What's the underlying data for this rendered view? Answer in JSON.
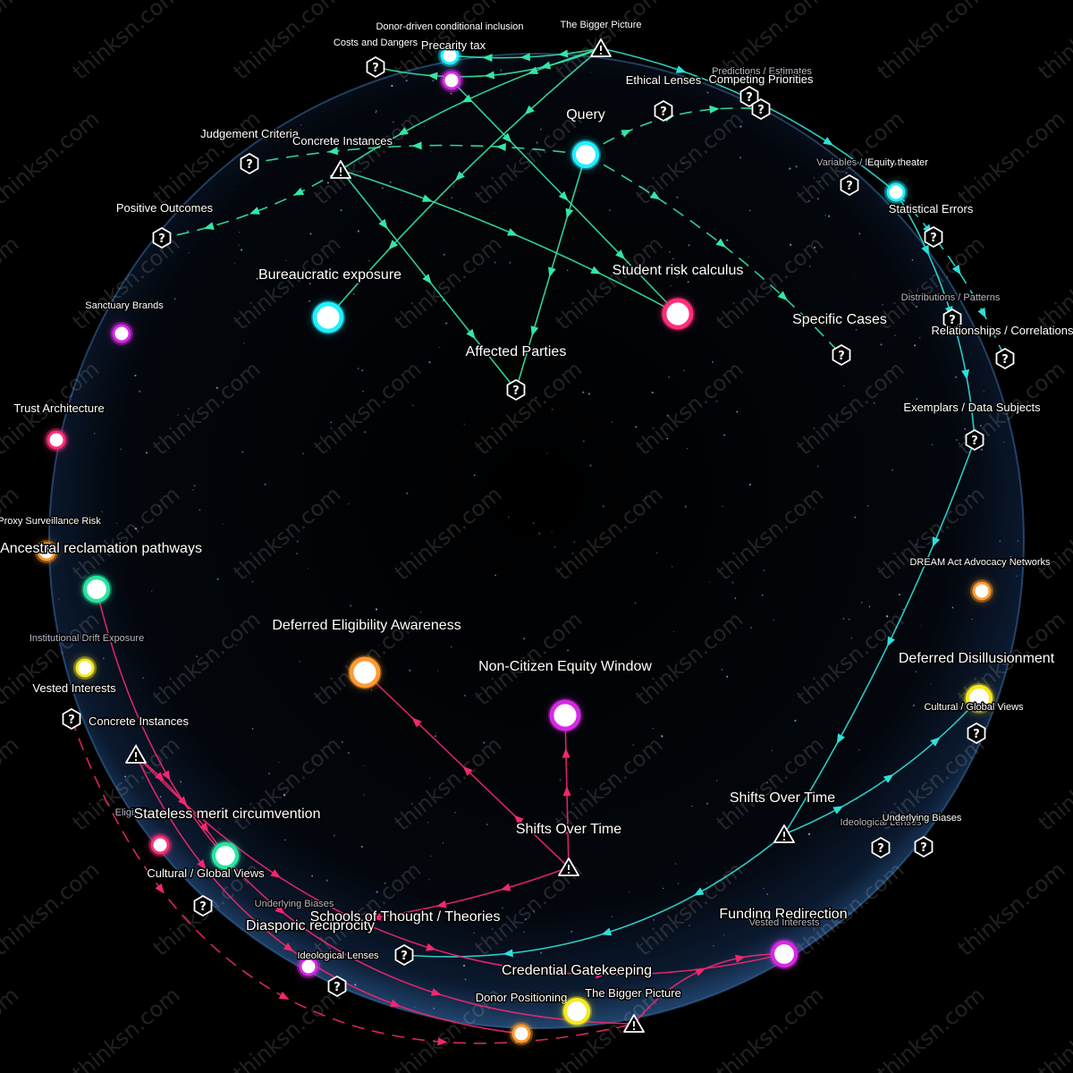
{
  "watermark": "thinksn.com",
  "colors": {
    "background": "#000000",
    "sphere": "#0a1424",
    "sphere_rim": "#3a6ea8",
    "edge_green": "#35e6a6",
    "edge_cyan": "#2fe0d8",
    "edge_pink": "#f0286e",
    "node_cyan": "#20f0ff",
    "node_green": "#25e6a0",
    "node_pink": "#ff2e7a",
    "node_magenta": "#d629e6",
    "node_orange": "#ff9a2e",
    "node_yellow": "#f7e81f",
    "marker": "#ffffff"
  },
  "nodes": [
    {
      "id": "precarity_tax",
      "label": "Precarity tax",
      "shape": "circle",
      "color": "node_cyan",
      "size": "small",
      "icon": ""
    },
    {
      "id": "precarity_tax_m",
      "label": "",
      "shape": "circle",
      "color": "node_magenta",
      "size": "small",
      "icon": ""
    },
    {
      "id": "donor_inclusion",
      "label": "Donor-driven conditional inclusion",
      "shape": "none",
      "color": "",
      "size": "",
      "icon": ""
    },
    {
      "id": "bigger_picture_top",
      "label": "The Bigger Picture",
      "shape": "warning",
      "color": "marker",
      "size": "",
      "icon": "warning-triangle-icon"
    },
    {
      "id": "costs_dangers",
      "label": "Costs and Dangers",
      "shape": "hex",
      "color": "marker",
      "size": "",
      "icon": "question-hex-icon"
    },
    {
      "id": "ethical_lenses",
      "label": "Ethical Lenses",
      "shape": "hex",
      "color": "marker",
      "size": "",
      "icon": "question-hex-icon"
    },
    {
      "id": "predictions",
      "label": "Predictions / Estimates",
      "shape": "hex",
      "color": "marker",
      "size": "",
      "icon": "question-hex-icon"
    },
    {
      "id": "competing_priorities",
      "label": "Competing Priorities",
      "shape": "hex",
      "color": "marker",
      "size": "",
      "icon": "question-hex-icon"
    },
    {
      "id": "query",
      "label": "Query",
      "shape": "circle",
      "color": "node_cyan",
      "size": "medium",
      "icon": ""
    },
    {
      "id": "judgement_criteria",
      "label": "Judgement Criteria",
      "shape": "hex",
      "color": "marker",
      "size": "",
      "icon": "question-hex-icon"
    },
    {
      "id": "concrete_instances_top",
      "label": "Concrete Instances",
      "shape": "warning",
      "color": "marker",
      "size": "",
      "icon": "warning-triangle-icon"
    },
    {
      "id": "variables",
      "label": "Variables / Metrics",
      "shape": "hex",
      "color": "marker",
      "size": "",
      "icon": "question-hex-icon"
    },
    {
      "id": "equity_theater",
      "label": "Equity theater",
      "shape": "circle",
      "color": "node_cyan",
      "size": "small",
      "icon": ""
    },
    {
      "id": "statistical_errors",
      "label": "Statistical Errors",
      "shape": "hex",
      "color": "marker",
      "size": "",
      "icon": "question-hex-icon"
    },
    {
      "id": "positive_outcomes",
      "label": "Positive Outcomes",
      "shape": "hex",
      "color": "marker",
      "size": "",
      "icon": "question-hex-icon"
    },
    {
      "id": "bureaucratic_exposure",
      "label": "Bureaucratic exposure",
      "shape": "circle",
      "color": "node_cyan",
      "size": "large",
      "icon": ""
    },
    {
      "id": "student_risk",
      "label": "Student risk calculus",
      "shape": "circle",
      "color": "node_pink",
      "size": "large",
      "icon": ""
    },
    {
      "id": "distributions",
      "label": "Distributions / Patterns",
      "shape": "hex",
      "color": "marker",
      "size": "",
      "icon": "question-hex-icon"
    },
    {
      "id": "relationships",
      "label": "Relationships / Correlations",
      "shape": "hex",
      "color": "marker",
      "size": "",
      "icon": "question-hex-icon"
    },
    {
      "id": "specific_cases",
      "label": "Specific Cases",
      "shape": "hex",
      "color": "marker",
      "size": "",
      "icon": "question-hex-icon"
    },
    {
      "id": "sanctuary_brands",
      "label": "Sanctuary Brands",
      "shape": "circle",
      "color": "node_magenta",
      "size": "small",
      "icon": ""
    },
    {
      "id": "affected_parties",
      "label": "Affected Parties",
      "shape": "hex",
      "color": "marker",
      "size": "",
      "icon": "question-hex-icon"
    },
    {
      "id": "trust_architecture",
      "label": "Trust Architecture",
      "shape": "circle",
      "color": "node_pink",
      "size": "small",
      "icon": ""
    },
    {
      "id": "exemplars",
      "label": "Exemplars / Data Subjects",
      "shape": "hex",
      "color": "marker",
      "size": "",
      "icon": "question-hex-icon"
    },
    {
      "id": "proxy_surveillance",
      "label": "Proxy Surveillance Risk",
      "shape": "none",
      "color": "",
      "size": "",
      "icon": ""
    },
    {
      "id": "ancestral_reclamation",
      "label": "Ancestral reclamation pathways",
      "shape": "circle",
      "color": "node_orange",
      "size": "small",
      "icon": ""
    },
    {
      "id": "dream_act",
      "label": "DREAM Act Advocacy Networks",
      "shape": "circle",
      "color": "node_orange",
      "size": "small",
      "icon": ""
    },
    {
      "id": "green_left",
      "label": "",
      "shape": "circle",
      "color": "node_green",
      "size": "medium",
      "icon": ""
    },
    {
      "id": "institutional_drift",
      "label": "Institutional Drift Exposure",
      "shape": "none",
      "color": "",
      "size": "",
      "icon": ""
    },
    {
      "id": "deferred_eligibility",
      "label": "Deferred Eligibility Awareness",
      "shape": "circle",
      "color": "node_orange",
      "size": "large",
      "icon": ""
    },
    {
      "id": "non_citizen_equity",
      "label": "Non-Citizen Equity Window",
      "shape": "circle",
      "color": "node_magenta",
      "size": "large",
      "icon": ""
    },
    {
      "id": "deferred_disillusionment",
      "label": "Deferred Disillusionment",
      "shape": "circle",
      "color": "node_yellow",
      "size": "medium",
      "icon": ""
    },
    {
      "id": "vested_interests_left",
      "label": "Vested Interests",
      "shape": "circle",
      "color": "node_yellow",
      "size": "small",
      "icon": ""
    },
    {
      "id": "cultural_global_right",
      "label": "Cultural / Global Views",
      "shape": "hex",
      "color": "marker",
      "size": "",
      "icon": "question-hex-icon"
    },
    {
      "id": "concrete_instances_left",
      "label": "Concrete Instances",
      "shape": "hex",
      "color": "marker",
      "size": "",
      "icon": "question-hex-icon"
    },
    {
      "id": "warning_left",
      "label": "",
      "shape": "warning",
      "color": "marker",
      "size": "",
      "icon": "warning-triangle-icon"
    },
    {
      "id": "shifts_over_time_right",
      "label": "Shifts Over Time",
      "shape": "warning",
      "color": "marker",
      "size": "",
      "icon": "warning-triangle-icon"
    },
    {
      "id": "eligibility",
      "label": "Eligibility",
      "shape": "none",
      "color": "",
      "size": "",
      "icon": ""
    },
    {
      "id": "stateless_merit",
      "label": "Stateless merit circumvention",
      "shape": "circle",
      "color": "node_green",
      "size": "medium",
      "icon": ""
    },
    {
      "id": "shifts_over_time_center",
      "label": "Shifts Over Time",
      "shape": "warning",
      "color": "marker",
      "size": "",
      "icon": "warning-triangle-icon"
    },
    {
      "id": "ideological_lenses_right",
      "label": "Ideological Lenses",
      "shape": "hex",
      "color": "marker",
      "size": "",
      "icon": "question-hex-icon"
    },
    {
      "id": "underlying_biases_right",
      "label": "Underlying Biases",
      "shape": "hex",
      "color": "marker",
      "size": "",
      "icon": "question-hex-icon"
    },
    {
      "id": "pink_left_small",
      "label": "",
      "shape": "circle",
      "color": "node_pink",
      "size": "small",
      "icon": ""
    },
    {
      "id": "cultural_global_left",
      "label": "Cultural / Global Views",
      "shape": "hex",
      "color": "marker",
      "size": "",
      "icon": "question-hex-icon"
    },
    {
      "id": "underlying_biases_left",
      "label": "Underlying Biases",
      "shape": "none",
      "color": "",
      "size": "",
      "icon": ""
    },
    {
      "id": "diasporic_reciprocity",
      "label": "Diasporic reciprocity",
      "shape": "none",
      "color": "",
      "size": "",
      "icon": ""
    },
    {
      "id": "schools_of_thought",
      "label": "Schools of Thought / Theories",
      "shape": "hex",
      "color": "marker",
      "size": "",
      "icon": "question-hex-icon"
    },
    {
      "id": "funding_redirection",
      "label": "Funding Redirection",
      "shape": "circle",
      "color": "node_magenta",
      "size": "medium",
      "icon": ""
    },
    {
      "id": "vested_interests_right",
      "label": "Vested Interests",
      "shape": "none",
      "color": "",
      "size": "",
      "icon": ""
    },
    {
      "id": "ideological_lenses_left",
      "label": "Ideological Lenses",
      "shape": "circle",
      "color": "node_magenta",
      "size": "small",
      "icon": ""
    },
    {
      "id": "ideo_hex_left",
      "label": "",
      "shape": "hex",
      "color": "marker",
      "size": "",
      "icon": "question-hex-icon"
    },
    {
      "id": "credential_gatekeeping",
      "label": "Credential Gatekeeping",
      "shape": "none",
      "color": "",
      "size": "",
      "icon": ""
    },
    {
      "id": "donor_positioning",
      "label": "Donor Positioning",
      "shape": "circle",
      "color": "node_orange",
      "size": "small",
      "icon": ""
    },
    {
      "id": "bigger_picture_bottom",
      "label": "The Bigger Picture",
      "shape": "warning",
      "color": "marker",
      "size": "",
      "icon": "warning-triangle-icon"
    },
    {
      "id": "yellow_bottom",
      "label": "",
      "shape": "circle",
      "color": "node_yellow",
      "size": "medium",
      "icon": ""
    }
  ],
  "edges": [
    {
      "from": "bigger_picture_top",
      "to": "costs_dangers",
      "color": "edge_green",
      "dashed": false
    },
    {
      "from": "bigger_picture_top",
      "to": "precarity_tax",
      "color": "edge_green",
      "dashed": false
    },
    {
      "from": "bigger_picture_top",
      "to": "concrete_instances_top",
      "color": "edge_green",
      "dashed": false
    },
    {
      "from": "bigger_picture_top",
      "to": "bureaucratic_exposure",
      "color": "edge_green",
      "dashed": false
    },
    {
      "from": "bigger_picture_top",
      "to": "equity_theater",
      "color": "edge_cyan",
      "dashed": false
    },
    {
      "from": "concrete_instances_top",
      "to": "student_risk",
      "color": "edge_green",
      "dashed": false
    },
    {
      "from": "concrete_instances_top",
      "to": "affected_parties",
      "color": "edge_green",
      "dashed": false
    },
    {
      "from": "query",
      "to": "affected_parties",
      "color": "edge_green",
      "dashed": false
    },
    {
      "from": "query",
      "to": "judgement_criteria",
      "color": "edge_green",
      "dashed": true
    },
    {
      "from": "query",
      "to": "specific_cases",
      "color": "edge_green",
      "dashed": true
    },
    {
      "from": "query",
      "to": "competing_priorities",
      "color": "edge_green",
      "dashed": true
    },
    {
      "from": "concrete_instances_top",
      "to": "positive_outcomes",
      "color": "edge_green",
      "dashed": true
    },
    {
      "from": "precarity_tax_m",
      "to": "student_risk",
      "color": "edge_green",
      "dashed": false
    },
    {
      "from": "equity_theater",
      "to": "exemplars",
      "color": "edge_cyan",
      "dashed": false
    },
    {
      "from": "exemplars",
      "to": "shifts_over_time_right",
      "color": "edge_cyan",
      "dashed": false
    },
    {
      "from": "equity_theater",
      "to": "relationships",
      "color": "edge_cyan",
      "dashed": true
    },
    {
      "from": "shifts_over_time_right",
      "to": "deferred_disillusionment",
      "color": "edge_cyan",
      "dashed": false
    },
    {
      "from": "shifts_over_time_right",
      "to": "schools_of_thought",
      "color": "edge_cyan",
      "dashed": false
    },
    {
      "from": "shifts_over_time_center",
      "to": "deferred_eligibility",
      "color": "edge_pink",
      "dashed": false
    },
    {
      "from": "shifts_over_time_center",
      "to": "non_citizen_equity",
      "color": "edge_pink",
      "dashed": false
    },
    {
      "from": "shifts_over_time_center",
      "to": "diasporic_reciprocity",
      "color": "edge_pink",
      "dashed": false
    },
    {
      "from": "green_left",
      "to": "bigger_picture_bottom",
      "color": "edge_pink",
      "dashed": false
    },
    {
      "from": "warning_left",
      "to": "stateless_merit",
      "color": "edge_pink",
      "dashed": false
    },
    {
      "from": "warning_left",
      "to": "funding_redirection",
      "color": "edge_pink",
      "dashed": false
    },
    {
      "from": "warning_left",
      "to": "donor_positioning",
      "color": "edge_pink",
      "dashed": false
    },
    {
      "from": "concrete_instances_left",
      "to": "bigger_picture_bottom",
      "color": "edge_pink",
      "dashed": true
    },
    {
      "from": "bigger_picture_bottom",
      "to": "funding_redirection",
      "color": "edge_pink",
      "dashed": false
    }
  ]
}
